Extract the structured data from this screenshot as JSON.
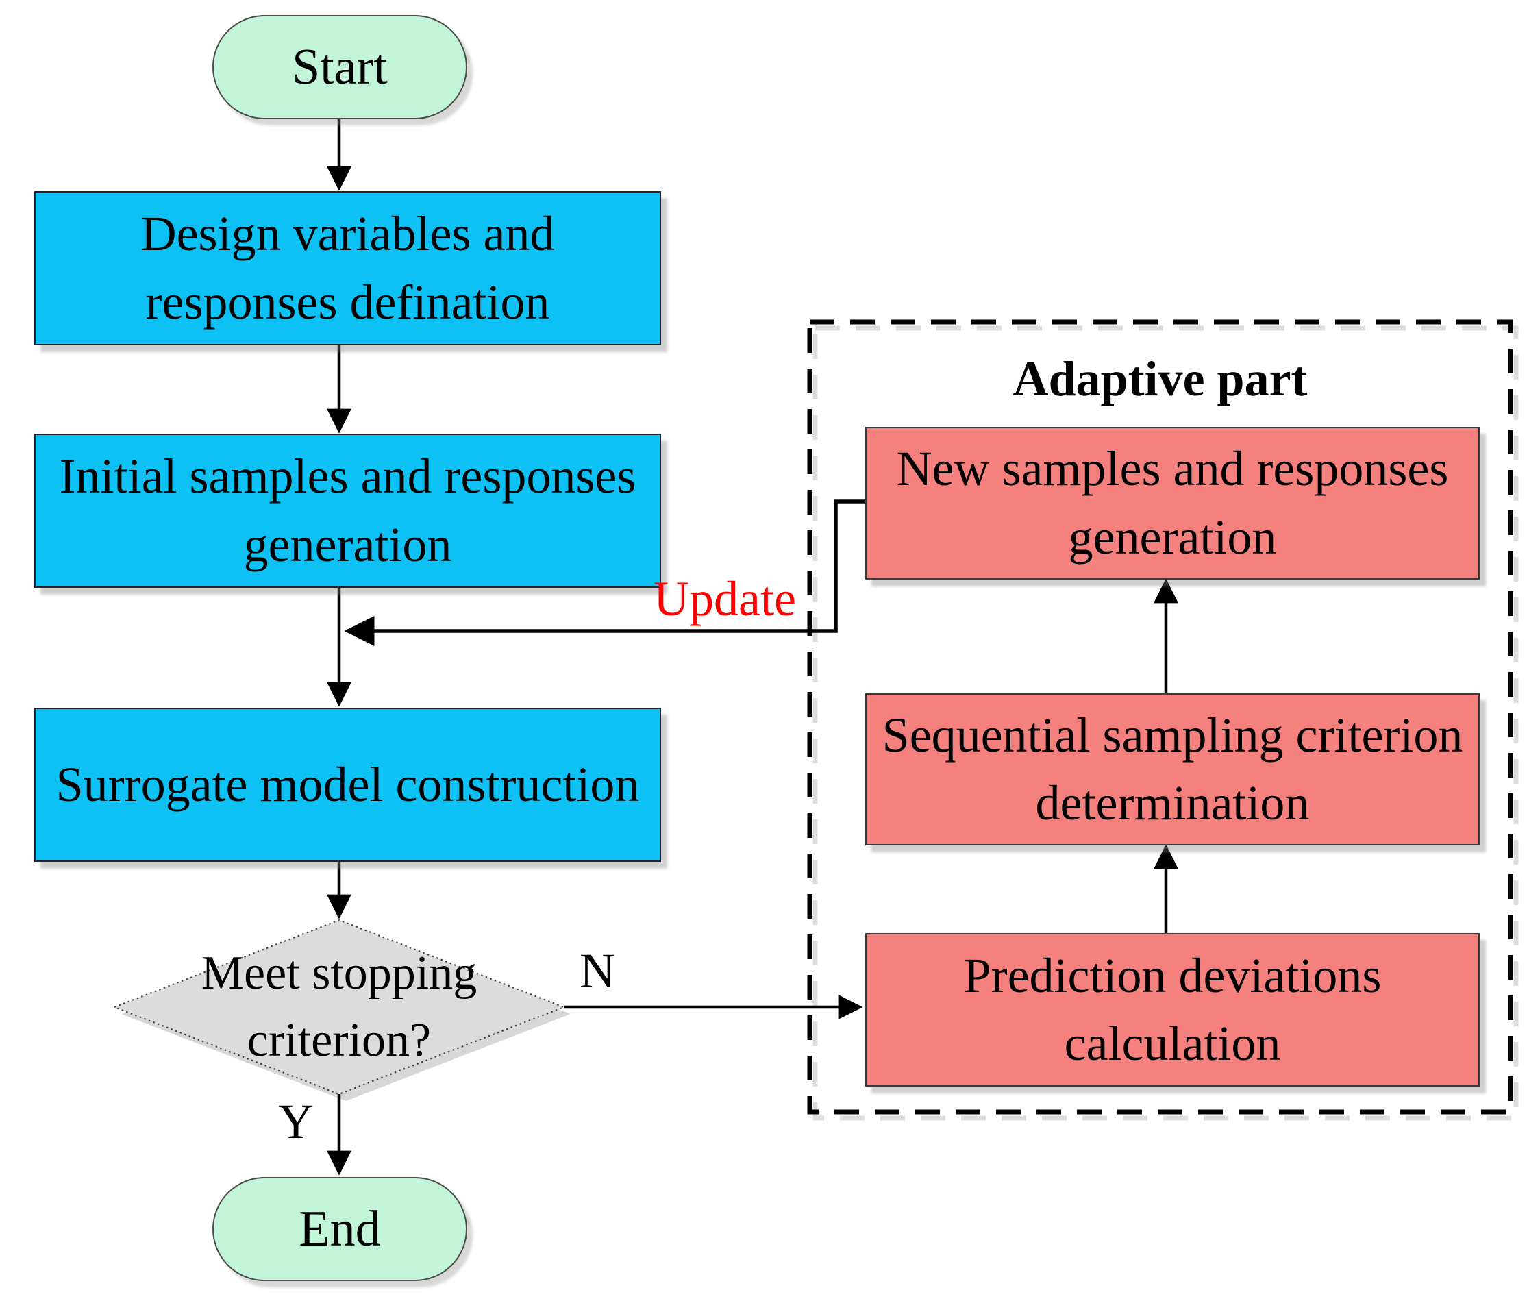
{
  "nodes": {
    "start": {
      "label": "Start"
    },
    "design": {
      "label": "Design variables and\nresponses defination"
    },
    "initial_samples": {
      "label": "Initial samples and responses\ngeneration"
    },
    "surrogate": {
      "label": "Surrogate model construction"
    },
    "decision": {
      "label": "Meet stopping\ncriterion?"
    },
    "end": {
      "label": "End"
    },
    "new_samples": {
      "label": "New samples and responses\ngeneration"
    },
    "sequential_criterion": {
      "label": "Sequential sampling criterion\ndetermination"
    },
    "prediction_deviations": {
      "label": "Prediction deviations\ncalculation"
    }
  },
  "group": {
    "label": "Adaptive part"
  },
  "edge_labels": {
    "update": "Update",
    "yes": "Y",
    "no": "N"
  },
  "colors": {
    "terminal_fill": "#c2f5d7",
    "process_fill": "#0ec1f5",
    "adaptive_fill": "#f5817e",
    "decision_fill": "#dcdcdc",
    "update_label": "#ff0000",
    "connector": "#000000"
  }
}
